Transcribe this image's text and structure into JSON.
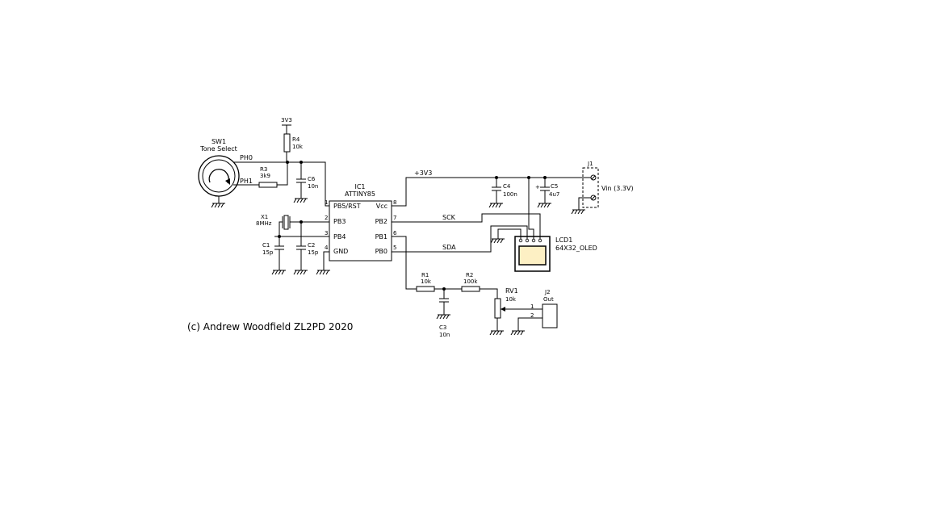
{
  "sw1": {
    "ref": "SW1",
    "value": "Tone Select",
    "pin_a": "PH0",
    "pin_b": "PH1"
  },
  "r3": {
    "ref": "R3",
    "value": "3k9"
  },
  "r4": {
    "ref": "R4",
    "value": "10k"
  },
  "c6": {
    "ref": "C6",
    "value": "10n"
  },
  "supply_top": "3V3",
  "ic1": {
    "ref": "IC1",
    "value": "ATTINY85",
    "pins": {
      "pb5": "PB5/RST",
      "pb3": "PB3",
      "pb4": "PB4",
      "gnd": "GND",
      "vcc": "Vcc",
      "pb2": "PB2",
      "pb1": "PB1",
      "pb0": "PB0"
    },
    "pin_numbers": {
      "p1": "1",
      "p2": "2",
      "p3": "3",
      "p4": "4",
      "p5": "5",
      "p6": "6",
      "p7": "7",
      "p8": "8"
    }
  },
  "x1": {
    "ref": "X1",
    "value": "8MHz"
  },
  "c1": {
    "ref": "C1",
    "value": "15p"
  },
  "c2": {
    "ref": "C2",
    "value": "15p"
  },
  "net_3v3": "+3V3",
  "c4": {
    "ref": "C4",
    "value": "100n"
  },
  "c5": {
    "ref": "C5",
    "value": "4u7",
    "polarity": "+"
  },
  "j1": {
    "ref": "J1",
    "label": "Vin (3.3V)"
  },
  "net_sck": "SCK",
  "net_sda": "SDA",
  "lcd1": {
    "ref": "LCD1",
    "value": "64X32_OLED"
  },
  "r1": {
    "ref": "R1",
    "value": "10k"
  },
  "r2": {
    "ref": "R2",
    "value": "100k"
  },
  "c3": {
    "ref": "C3",
    "value": "10n"
  },
  "rv1": {
    "ref": "RV1",
    "value": "10k"
  },
  "j2": {
    "ref": "J2",
    "value": "Out",
    "pin1": "1",
    "pin2": "2"
  },
  "copyright": "(c) Andrew Woodfield ZL2PD 2020"
}
